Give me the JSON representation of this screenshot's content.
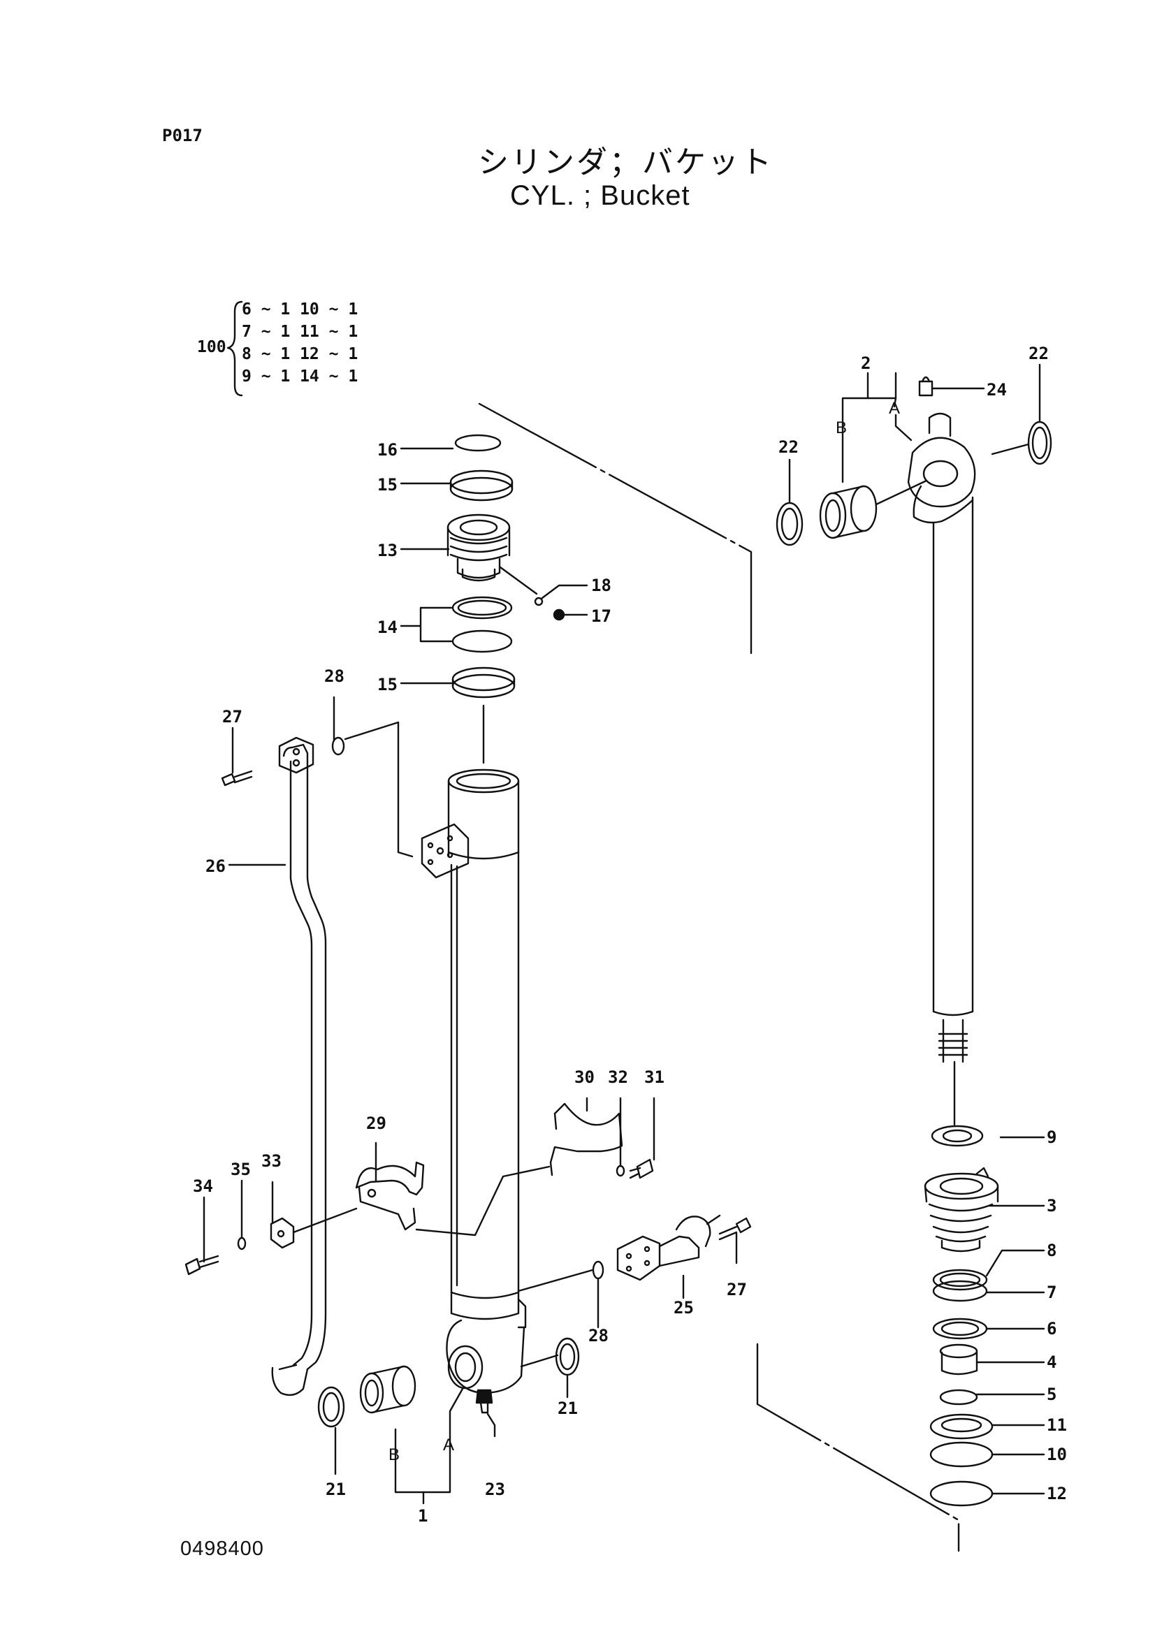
{
  "header": {
    "page_code": "P017",
    "title_jp": "シリンダ；バケット",
    "title_en": "CYL. ; Bucket"
  },
  "kit": {
    "number": "100",
    "rows": [
      "6 ~ 1  10 ~ 1",
      "7 ~ 1  11 ~ 1",
      "8 ~ 1  12 ~ 1",
      "9 ~ 1  14 ~ 1"
    ]
  },
  "callouts": {
    "c1": "1",
    "c2": "2",
    "c3": "3",
    "c4": "4",
    "c5": "5",
    "c6": "6",
    "c7": "7",
    "c8": "8",
    "c9": "9",
    "c10": "10",
    "c11": "11",
    "c12": "12",
    "c13": "13",
    "c14": "14",
    "c15a": "15",
    "c15b": "15",
    "c16": "16",
    "c17": "17",
    "c18": "18",
    "c21a": "21",
    "c21b": "21",
    "c22a": "22",
    "c22b": "22",
    "c23": "23",
    "c24": "24",
    "c25": "25",
    "c26": "26",
    "c27a": "27",
    "c27b": "27",
    "c28a": "28",
    "c28b": "28",
    "c29": "29",
    "c30": "30",
    "c31": "31",
    "c32": "32",
    "c33": "33",
    "c34": "34",
    "c35": "35",
    "sub_A1": "A",
    "sub_B1": "B",
    "sub_A2": "A",
    "sub_B2": "B"
  },
  "footer": {
    "drawing_no": "0498400"
  }
}
